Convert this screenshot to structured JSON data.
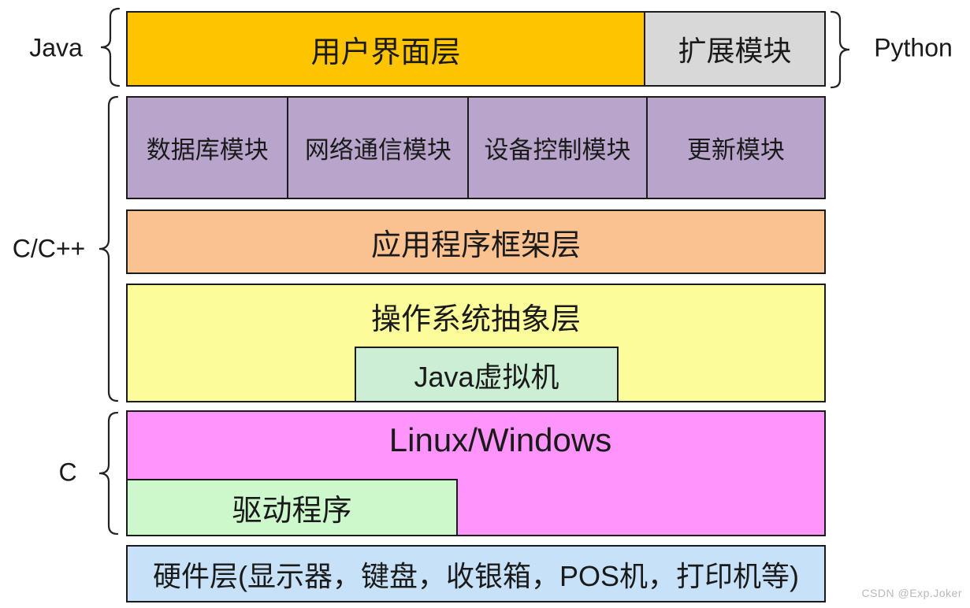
{
  "canvas": {
    "background": "#ffffff",
    "border_color": "#1b1b1b"
  },
  "watermark": {
    "text": "CSDN @Exp.Joker",
    "color": "#b9b9b9"
  },
  "side_labels": {
    "java": "Java",
    "python": "Python",
    "cpp": "C/C++",
    "c": "C"
  },
  "layers": {
    "ui_layer": {
      "label": "用户界面层",
      "color": "#ffc400"
    },
    "extension_module": {
      "label": "扩展模块",
      "color": "#d8d8d8"
    },
    "middleware_modules": {
      "color": "#b9a5cc",
      "items": [
        {
          "label": "数据库模块"
        },
        {
          "label": "网络通信模块"
        },
        {
          "label": "设备控制模块"
        },
        {
          "label": "更新模块"
        }
      ]
    },
    "app_framework_layer": {
      "label": "应用程序框架层",
      "color": "#fac191"
    },
    "os_abstraction_layer": {
      "label": "操作系统抽象层",
      "color": "#fcfc9b"
    },
    "jvm": {
      "label": "Java虚拟机",
      "color": "#cbeed5"
    },
    "os_layer": {
      "label": "Linux/Windows",
      "color": "#ff94fc"
    },
    "driver": {
      "label": "驱动程序",
      "color": "#ccf8cc"
    },
    "hardware_layer": {
      "label": "硬件层(显示器，键盘，收银箱，POS机，打印机等)",
      "color": "#c7e2f8"
    }
  }
}
